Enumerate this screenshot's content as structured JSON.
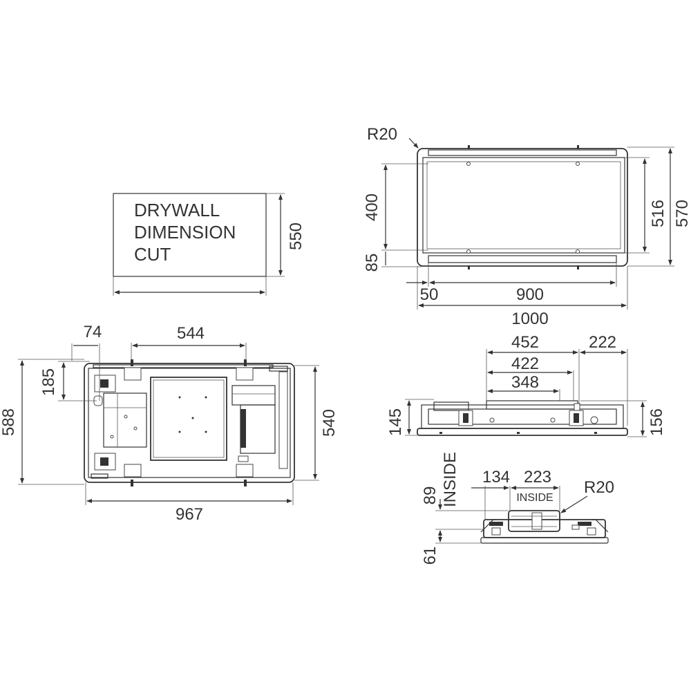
{
  "drywall": {
    "note_lines": [
      "DRYWALL",
      "DIMENSION",
      "CUT"
    ],
    "height": "550"
  },
  "front_view": {
    "radius": "R20",
    "inner_height": "400",
    "bottom_offset": "85",
    "height_inner": "516",
    "height_outer": "570",
    "side_margin": "50",
    "inner_width": "900",
    "outer_width": "1000"
  },
  "top_view": {
    "offset_top": "74",
    "spacing": "544",
    "offset_side": "185",
    "overall_height": "588",
    "inner_height": "540",
    "overall_width": "967"
  },
  "side_view": {
    "dim_452": "452",
    "dim_222": "222",
    "dim_422": "422",
    "dim_348": "348",
    "height_145": "145",
    "height_156": "156"
  },
  "section_view": {
    "inside_label": "INSIDE",
    "dim_134": "134",
    "dim_223": "223",
    "inside_small": "INSIDE",
    "radius": "R20",
    "dim_89": "89",
    "dim_61": "61"
  }
}
